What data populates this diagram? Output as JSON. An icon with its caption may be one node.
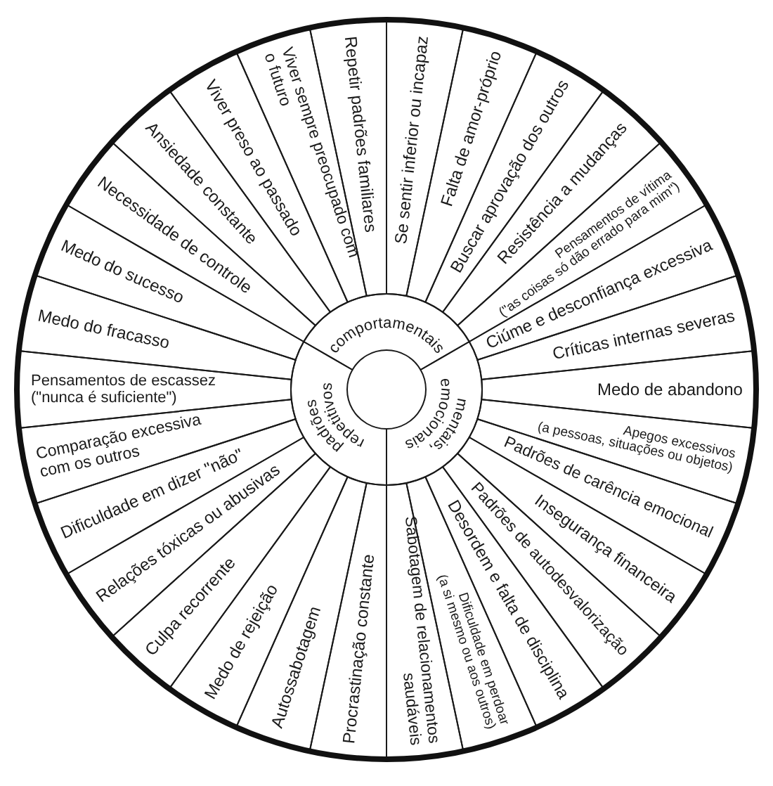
{
  "diagram": {
    "nodes": [
      {
        "text": [
          "comportamentais"
        ]
      },
      {
        "text": [
          "mentais, emocionais"
        ]
      },
      {
        "text": [
          "padrões repetitivos"
        ]
      },
      {
        "text": [
          "Se sentir inferior ou incapaz"
        ]
      },
      {
        "text": [
          "Falta de amor-próprio"
        ]
      },
      {
        "text": [
          "Buscar aprovação dos outros"
        ]
      },
      {
        "text": [
          "Resistência a mudanças"
        ]
      },
      {
        "text": [
          "Pensamentos de vítima (\"as coisas só dão errado para mim\")"
        ]
      },
      {
        "text": [
          "Ciúme e desconfiança excessiva"
        ]
      },
      {
        "text": [
          "Críticas internas severas"
        ]
      },
      {
        "text": [
          "Medo de abandono"
        ]
      },
      {
        "text": [
          "Apegos excessivos (a pessoas, situações ou objetos)"
        ]
      },
      {
        "text": [
          "Padrões de carência emocional"
        ]
      },
      {
        "text": [
          "Insegurança financeira"
        ]
      },
      {
        "text": [
          "Padrões de autodesvalorização"
        ]
      },
      {
        "text": [
          "Desordem e falta de disciplina"
        ]
      },
      {
        "text": [
          "Dificuldade em perdoar (a si mesmo ou aos outros)"
        ]
      },
      {
        "text": [
          "Sabotagem de relacionamentos saudáveis"
        ]
      },
      {
        "text": [
          "Procrastinação constante"
        ]
      },
      {
        "text": [
          "Autossabotagem"
        ]
      },
      {
        "text": [
          "Medo de rejeição"
        ]
      },
      {
        "text": [
          "Culpa recorrente"
        ]
      },
      {
        "text": [
          "Relações tóxicas ou abusivas"
        ]
      },
      {
        "text": [
          "Dificuldade em dizer \"não\""
        ]
      },
      {
        "text": [
          "Comparação excessiva com os outros"
        ]
      },
      {
        "text": [
          "Pensamentos de escassez (\"nunca é suficiente\")"
        ]
      },
      {
        "text": [
          "Medo do fracasso"
        ]
      },
      {
        "text": [
          "Medo do sucesso"
        ]
      },
      {
        "text": [
          "Necessidade de controle"
        ]
      },
      {
        "text": [
          "Ansiedade constante"
        ]
      },
      {
        "text": [
          "Viver preso ao passado"
        ]
      },
      {
        "text": [
          "Viver sempre preocupado com o futuro"
        ]
      },
      {
        "text": [
          "Repetir padrões familiares"
        ]
      }
    ]
  }
}
